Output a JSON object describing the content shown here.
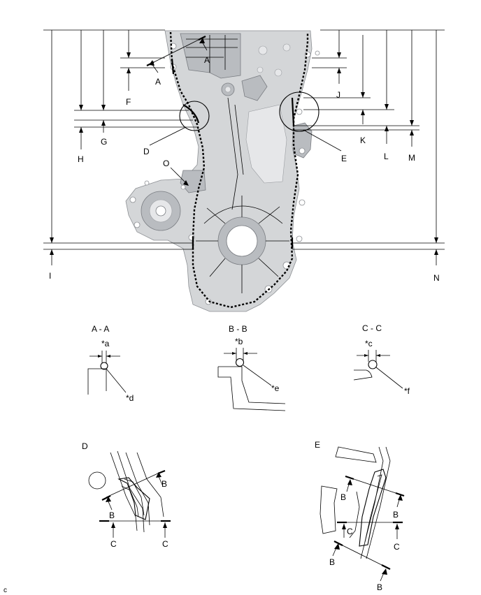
{
  "labels": {
    "A": "A",
    "B": "B",
    "C": "C",
    "D": "D",
    "E": "E",
    "F": "F",
    "G": "G",
    "H": "H",
    "I": "I",
    "J": "J",
    "K": "K",
    "L": "L",
    "M": "M",
    "N": "N",
    "O": "O"
  },
  "sections": {
    "aa_title": "A - A",
    "bb_title": "B - B",
    "cc_title": "C - C",
    "a": "*a",
    "b": "*b",
    "c": "*c",
    "d": "*d",
    "e": "*e",
    "f": "*f"
  },
  "details": {
    "d_title": "D",
    "e_title": "E"
  },
  "footer": {
    "code": "c"
  }
}
